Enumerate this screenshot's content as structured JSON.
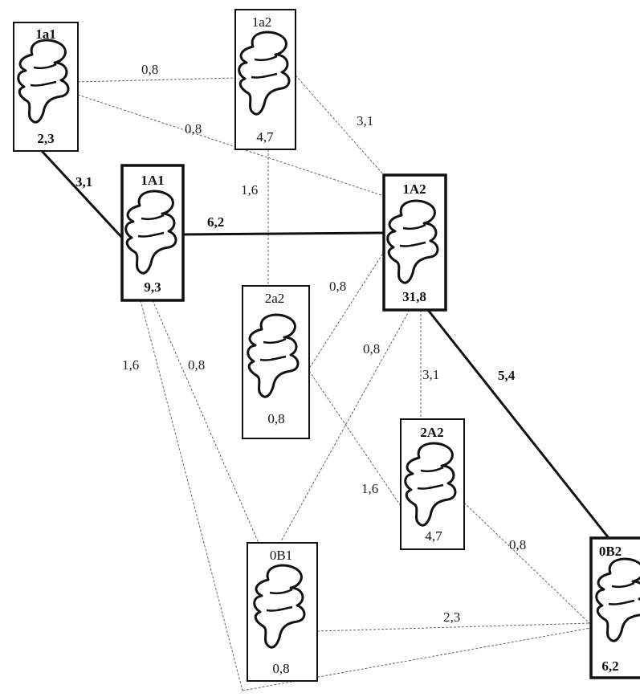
{
  "nodes": [
    {
      "id": "1a1",
      "title": "1a1",
      "value": "2,3",
      "bold": false,
      "thick": false
    },
    {
      "id": "1a2",
      "title": "1a2",
      "value": "4,7",
      "bold": false,
      "thick": false
    },
    {
      "id": "1A1",
      "title": "1A1",
      "value": "9,3",
      "bold": true,
      "thick": true
    },
    {
      "id": "1A2",
      "title": "1A2",
      "value": "31,8",
      "bold": true,
      "thick": true
    },
    {
      "id": "2a2",
      "title": "2a2",
      "value": "0,8",
      "bold": false,
      "thick": false
    },
    {
      "id": "2A2",
      "title": "2A2",
      "value": "4,7",
      "bold": false,
      "thick": false
    },
    {
      "id": "0B1",
      "title": "0B1",
      "value": "0,8",
      "bold": false,
      "thick": false
    },
    {
      "id": "0B2",
      "title": "0B2",
      "value": "6,2",
      "bold": true,
      "thick": true
    }
  ],
  "edges": [
    {
      "id": "1a1-1A1",
      "from": "1a1",
      "to": "1A1",
      "label": "3,1",
      "bold": true
    },
    {
      "id": "1a1-1a2",
      "from": "1a1",
      "to": "1a2",
      "label": "0,8",
      "bold": false
    },
    {
      "id": "1a1-1A2",
      "from": "1a1",
      "to": "1A2",
      "label": "0,8",
      "bold": false
    },
    {
      "id": "1a2-1A2",
      "from": "1a2",
      "to": "1A2",
      "label": "3,1",
      "bold": false
    },
    {
      "id": "1a2-2a2",
      "from": "1a2",
      "to": "2a2",
      "label": "1,6",
      "bold": false
    },
    {
      "id": "1A1-1A2",
      "from": "1A1",
      "to": "1A2",
      "label": "6,2",
      "bold": true
    },
    {
      "id": "2a2-1A2",
      "from": "2a2",
      "to": "1A2",
      "label": "0,8",
      "bold": false
    },
    {
      "id": "1A2-0B1",
      "from": "1A2",
      "to": "0B1",
      "label": "0,8",
      "bold": false
    },
    {
      "id": "1A2-2A2",
      "from": "1A2",
      "to": "2A2",
      "label": "3,1",
      "bold": false
    },
    {
      "id": "1A2-0B2",
      "from": "1A2",
      "to": "0B2",
      "label": "5,4",
      "bold": true
    },
    {
      "id": "1A1-0B1",
      "from": "1A1",
      "to": "0B1",
      "label": "0,8",
      "bold": false
    },
    {
      "id": "1A1-bottom",
      "from": "1A1",
      "to": "bottom",
      "label": "1,6",
      "bold": false
    },
    {
      "id": "2a2-2A2",
      "from": "2a2",
      "to": "2A2",
      "label": "1,6",
      "bold": false
    },
    {
      "id": "2A2-0B2",
      "from": "2A2",
      "to": "0B2",
      "label": "0,8",
      "bold": false
    },
    {
      "id": "0B1-0B2",
      "from": "0B1",
      "to": "0B2",
      "label": "2,3",
      "bold": false
    },
    {
      "id": "bottom-0B2",
      "from": "bottom",
      "to": "0B2",
      "label": "",
      "bold": false
    }
  ]
}
